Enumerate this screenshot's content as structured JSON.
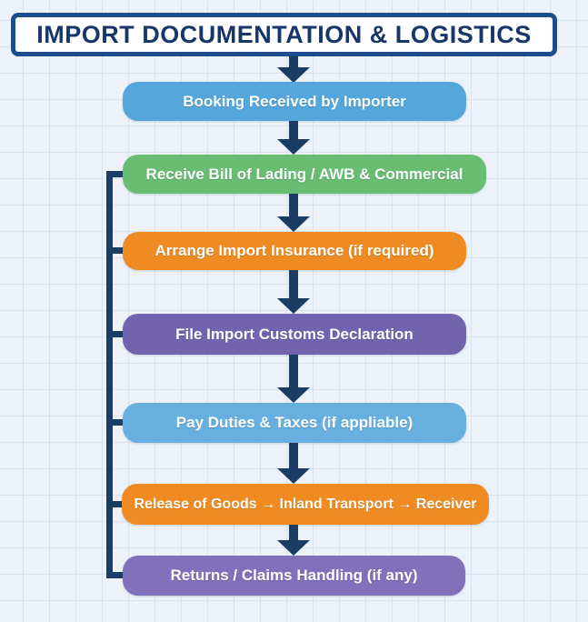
{
  "title": "IMPORT DOCUMENTATION & LOGISTICS",
  "flow": {
    "nodes": [
      {
        "label": "Booking Received by Importer",
        "color": "#55a6da"
      },
      {
        "label": "Receive Bill of Lading / AWB & Commercial",
        "color": "#68bd72"
      },
      {
        "label": "Arrange Import Insurance (if required)",
        "color": "#ef8b22"
      },
      {
        "label": "File Import Customs Declaration",
        "color": "#7263ae"
      },
      {
        "label": "Pay Duties & Taxes (if appliable)",
        "color": "#67afdf"
      },
      {
        "label": "Release of Goods → Inland Transport → Receiver",
        "color": "#ef8b22"
      },
      {
        "label": "Returns / Claims Handling (if any)",
        "color": "#8071ba"
      }
    ]
  },
  "colors": {
    "arrow": "#1b3d63",
    "title_border": "#1d4c8f",
    "title_text": "#17376b",
    "node_text": "#ffffff",
    "background": "#edf2fa",
    "grid_line": "#d8e3f1"
  }
}
